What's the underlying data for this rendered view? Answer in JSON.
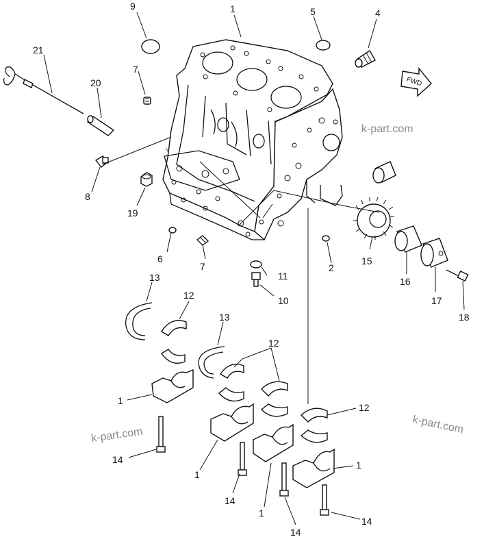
{
  "watermark": "k-part.com",
  "fwd_label": "FWD",
  "callouts": {
    "c1a": "1",
    "c1b": "1",
    "c1c": "1",
    "c1d": "1",
    "c1e": "1",
    "c2": "2",
    "c4": "4",
    "c5": "5",
    "c6": "6",
    "c7a": "7",
    "c7b": "7",
    "c8": "8",
    "c9": "9",
    "c10": "10",
    "c11": "11",
    "c12a": "12",
    "c12b": "12",
    "c12c": "12",
    "c13a": "13",
    "c13b": "13",
    "c14a": "14",
    "c14b": "14",
    "c14c": "14",
    "c14d": "14",
    "c15": "15",
    "c16": "16",
    "c17": "17",
    "c18": "18",
    "c19": "19",
    "c20": "20",
    "c21": "21"
  }
}
